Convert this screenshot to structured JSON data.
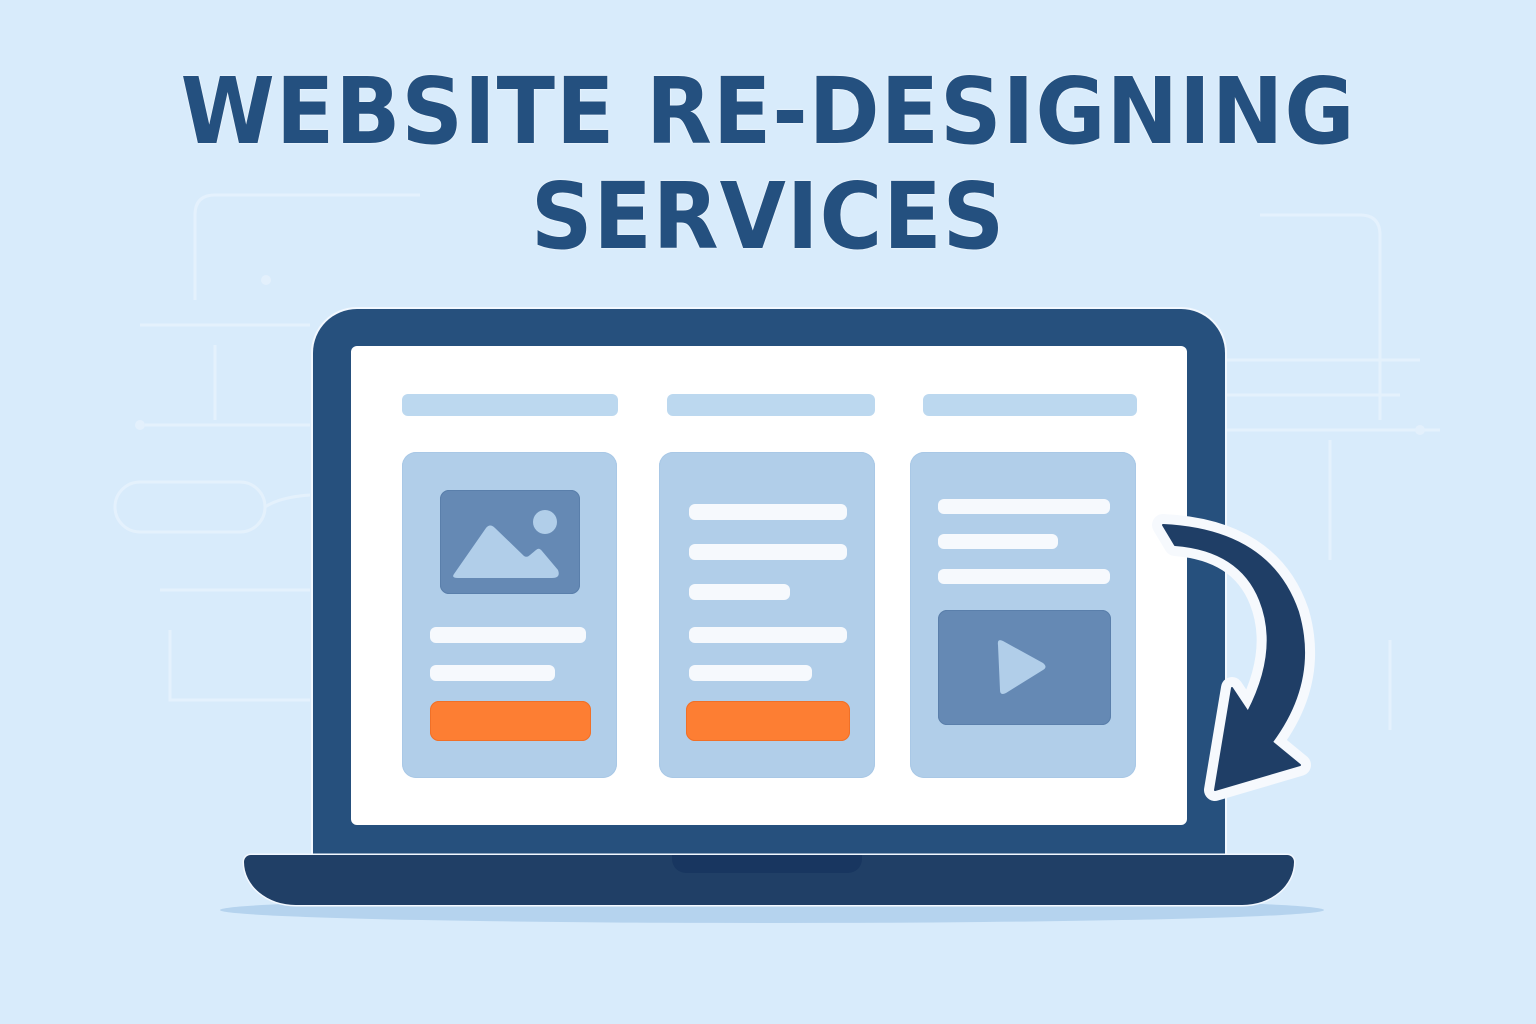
{
  "title": {
    "line1": "WEBSITE RE-DESIGNING",
    "line2": "SERVICES",
    "color": "#24507f"
  },
  "colors": {
    "background": "#d8ebfb",
    "laptop_frame": "#26507d",
    "laptop_base": "#203f66",
    "screen": "#ffffff",
    "card": "#b1cee9",
    "header_bar": "#bcd8ef",
    "text_line": "#f6f9fd",
    "media_box": "#6589b4",
    "cta_button": "#fd7e33",
    "arrow": "#1f3e66"
  },
  "laptop": {
    "screen": {
      "columns": [
        {
          "id": "column-1",
          "header_bar": true,
          "card": {
            "media": "image-placeholder-icon",
            "text_lines": 2,
            "cta_button": true
          }
        },
        {
          "id": "column-2",
          "header_bar": true,
          "card": {
            "media": null,
            "text_lines": 5,
            "cta_button": true
          }
        },
        {
          "id": "column-3",
          "header_bar": true,
          "card": {
            "media": "play-video-icon",
            "text_lines": 3,
            "cta_button": false
          }
        }
      ]
    }
  },
  "decorations": {
    "redesign_arrow": "curved-arrow-icon"
  }
}
